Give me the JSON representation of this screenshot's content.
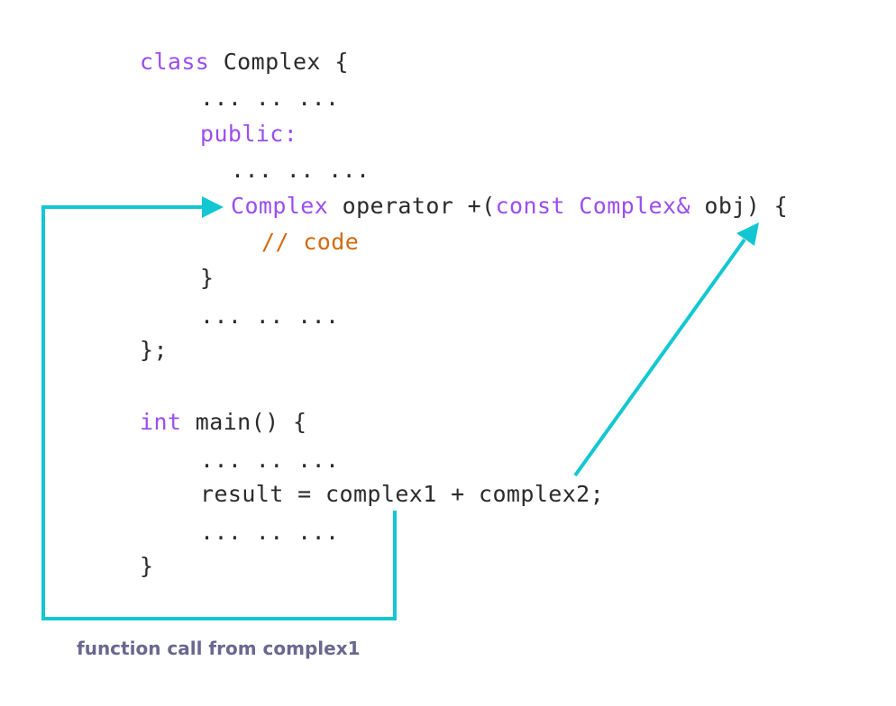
{
  "colors": {
    "keyword": "#9b4ef0",
    "comment": "#d16a12",
    "text": "#2b2b2b",
    "arrow": "#12c7d1",
    "caption": "#6a6790"
  },
  "code": {
    "line1": {
      "kw": "class",
      "rest": " Complex {"
    },
    "line2": {
      "text": "... .. ..."
    },
    "line3": {
      "kw": "public:"
    },
    "line4": {
      "text": "... .. ..."
    },
    "line5": {
      "kw1": "Complex",
      "mid": " operator +(",
      "kw2": "const Complex&",
      "rest": " obj) {"
    },
    "line6": {
      "comment": "// code"
    },
    "line7": {
      "text": "}"
    },
    "line8": {
      "text": "... .. ..."
    },
    "line9": {
      "text": "};"
    },
    "line10": {
      "kw": "int",
      "rest": " main() {"
    },
    "line11": {
      "text": "... .. ..."
    },
    "line12": {
      "text": "result = complex1 + complex2;"
    },
    "line13": {
      "text": "... .. ..."
    },
    "line14": {
      "text": "}"
    }
  },
  "arrows": [
    {
      "name": "call-arrow",
      "from": "complex1",
      "to": "operator +",
      "label": "function call from complex1"
    },
    {
      "name": "argument-arrow",
      "from": "complex2",
      "to": "obj"
    }
  ],
  "caption": "function call from complex1"
}
